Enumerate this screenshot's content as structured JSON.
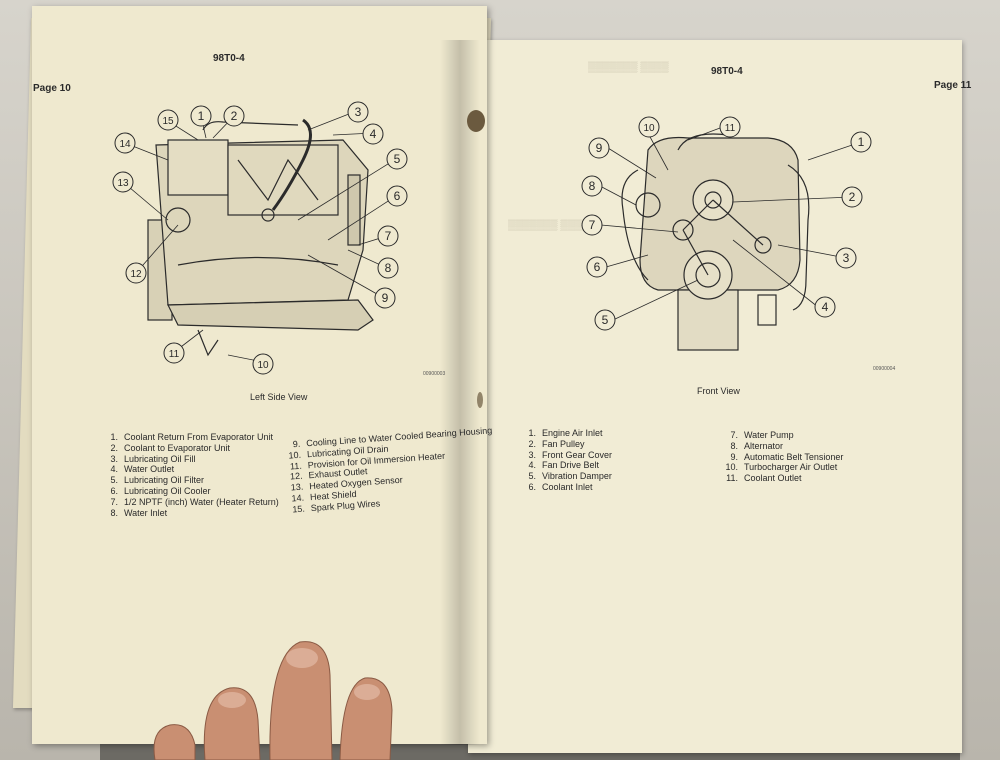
{
  "left_page": {
    "page_label": "Page 10",
    "header": "98T0-4",
    "view_caption": "Left Side View",
    "drawing_code": "00900003",
    "callouts": [
      "1",
      "2",
      "3",
      "4",
      "5",
      "6",
      "7",
      "8",
      "9",
      "10",
      "11",
      "12",
      "13",
      "14",
      "15"
    ],
    "legend_col1": [
      {
        "num": "1.",
        "text": "Coolant Return From Evaporator Unit"
      },
      {
        "num": "2.",
        "text": "Coolant to Evaporator Unit"
      },
      {
        "num": "3.",
        "text": "Lubricating Oil Fill"
      },
      {
        "num": "4.",
        "text": "Water Outlet"
      },
      {
        "num": "5.",
        "text": "Lubricating Oil Filter"
      },
      {
        "num": "6.",
        "text": "Lubricating Oil Cooler"
      },
      {
        "num": "7.",
        "text": "1/2 NPTF (inch) Water (Heater Return)"
      },
      {
        "num": "8.",
        "text": "Water Inlet"
      }
    ],
    "legend_col2": [
      {
        "num": "9.",
        "text": "Cooling Line to Water Cooled Bearing Housing"
      },
      {
        "num": "10.",
        "text": "Lubricating Oil Drain"
      },
      {
        "num": "11.",
        "text": "Provision for Oil Immersion Heater"
      },
      {
        "num": "12.",
        "text": "Exhaust Outlet"
      },
      {
        "num": "13.",
        "text": "Heated Oxygen Sensor"
      },
      {
        "num": "14.",
        "text": "Heat Shield"
      },
      {
        "num": "15.",
        "text": "Spark Plug Wires"
      }
    ]
  },
  "right_page": {
    "page_label": "Page 11",
    "header": "98T0-4",
    "view_caption": "Front View",
    "drawing_code": "00900004",
    "callouts": [
      "1",
      "2",
      "3",
      "4",
      "5",
      "6",
      "7",
      "8",
      "9",
      "10",
      "11"
    ],
    "legend_col1": [
      {
        "num": "1.",
        "text": "Engine Air Inlet"
      },
      {
        "num": "2.",
        "text": "Fan Pulley"
      },
      {
        "num": "3.",
        "text": "Front Gear Cover"
      },
      {
        "num": "4.",
        "text": "Fan Drive Belt"
      },
      {
        "num": "5.",
        "text": "Vibration Damper"
      },
      {
        "num": "6.",
        "text": "Coolant Inlet"
      }
    ],
    "legend_col2": [
      {
        "num": "7.",
        "text": "Water Pump"
      },
      {
        "num": "8.",
        "text": "Alternator"
      },
      {
        "num": "9.",
        "text": "Automatic Belt Tensioner"
      },
      {
        "num": "10.",
        "text": "Turbocharger Air Outlet"
      },
      {
        "num": "11.",
        "text": "Coolant Outlet"
      }
    ]
  },
  "colors": {
    "paper": "#efe9cf",
    "ink": "#2a2a2a",
    "table": "#c9c6bd"
  }
}
